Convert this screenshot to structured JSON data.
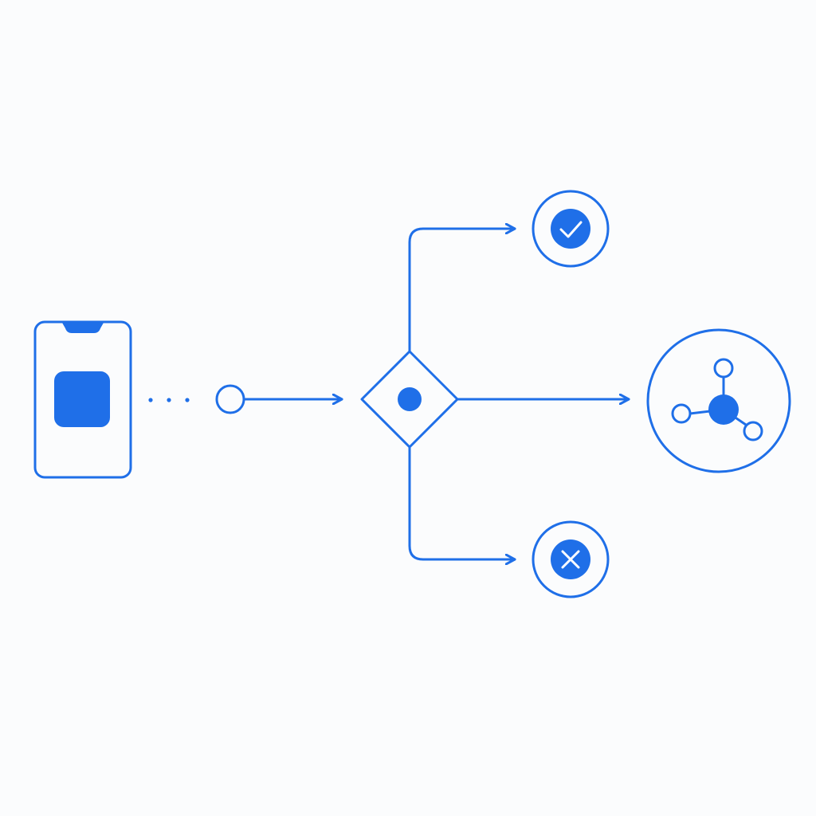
{
  "colors": {
    "background": "#fbfcfd",
    "accent": "#1f6fe8",
    "white": "#ffffff"
  },
  "nodes": [
    {
      "name": "mobile-device",
      "icon": "smartphone-icon"
    },
    {
      "name": "start-node",
      "icon": "open-circle-icon"
    },
    {
      "name": "decision-node",
      "icon": "diamond-icon"
    },
    {
      "name": "success-outcome",
      "icon": "check-circle-icon"
    },
    {
      "name": "network-outcome",
      "icon": "network-hub-icon"
    },
    {
      "name": "failure-outcome",
      "icon": "x-circle-icon"
    }
  ],
  "edges": [
    {
      "from": "mobile-device",
      "to": "start-node",
      "style": "dotted"
    },
    {
      "from": "start-node",
      "to": "decision-node",
      "style": "arrow"
    },
    {
      "from": "decision-node",
      "to": "success-outcome",
      "style": "elbow-arrow"
    },
    {
      "from": "decision-node",
      "to": "network-outcome",
      "style": "arrow"
    },
    {
      "from": "decision-node",
      "to": "failure-outcome",
      "style": "elbow-arrow"
    }
  ]
}
